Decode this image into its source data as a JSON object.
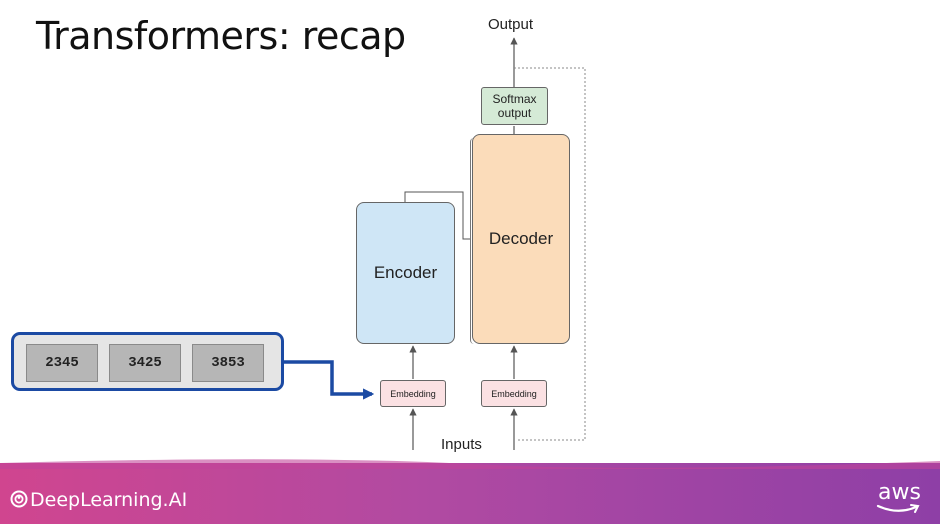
{
  "slide": {
    "title": "Transformers: recap"
  },
  "diagram": {
    "output_label": "Output",
    "inputs_label": "Inputs",
    "softmax_label": "Softmax\noutput",
    "encoder_label": "Encoder",
    "decoder_label": "Decoder",
    "embedding_left_label": "Embedding",
    "embedding_right_label": "Embedding",
    "tokens": [
      "2345",
      "3425",
      "3853"
    ]
  },
  "footer": {
    "brand": "DeepLearning.AI",
    "partner": "aws"
  },
  "colors": {
    "encoder": "#cfe6f6",
    "decoder": "#fbdcba",
    "softmax": "#d5ead6",
    "embedding": "#fbe1e3",
    "token_panel_border": "#1b4aa3",
    "footer_start": "#d0458f",
    "footer_end": "#8e3fa6"
  }
}
